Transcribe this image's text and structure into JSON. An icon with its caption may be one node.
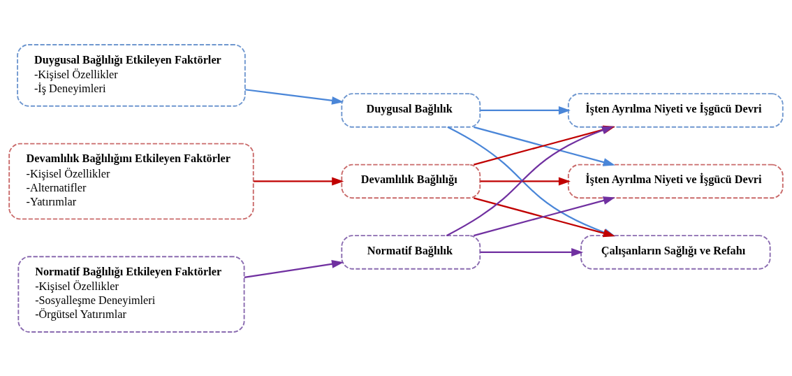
{
  "diagram": {
    "nodes": [
      {
        "text": [
          "Duygusal Bağlılığı Etkileyen Faktörler",
          "-Kişisel Özellikler",
          "-İş Deneyimleri"
        ]
      },
      {
        "text": [
          "Devamlılık Bağlılığını Etkileyen Faktörler",
          "-Kişisel Özellikler",
          "-Alternatifler",
          "-Yatırımlar"
        ]
      },
      {
        "text": [
          "Normatif Bağlılığı Etkileyen Faktörler",
          "-Kişisel Özellikler",
          "-Sosyalleşme Deneyimleri",
          "-Örgütsel Yatırımlar"
        ]
      },
      {
        "text": [
          "Duygusal Bağlılık"
        ]
      },
      {
        "text": [
          "Devamlılık Bağlılığı"
        ]
      },
      {
        "text": [
          "Normatif Bağlılık"
        ]
      },
      {
        "text": [
          "İşten Ayrılma Niyeti ve İşgücü Devri"
        ]
      },
      {
        "text": [
          "İşten Ayrılma Niyeti ve İşgücü Devri"
        ]
      },
      {
        "text": [
          "Çalışanların Sağlığı ve Refahı"
        ]
      }
    ],
    "edges": [
      {
        "from": 0,
        "to": 3,
        "arrow": "to",
        "color": "#4a86d8"
      },
      {
        "from": 1,
        "to": 4,
        "arrow": "to",
        "color": "#c00000"
      },
      {
        "from": 2,
        "to": 5,
        "arrow": "to",
        "color": "#7030a0"
      },
      {
        "from": 3,
        "to": 6,
        "arrow": "to",
        "color": "#4a86d8"
      },
      {
        "from": 3,
        "to": 7,
        "arrow": "to",
        "color": "#4a86d8"
      },
      {
        "from": 3,
        "to": 8,
        "arrow": "to",
        "color": "#4a86d8"
      },
      {
        "from": 4,
        "to": 6,
        "arrow": "to",
        "color": "#c00000"
      },
      {
        "from": 4,
        "to": 7,
        "arrow": "to",
        "color": "#c00000"
      },
      {
        "from": 4,
        "to": 8,
        "arrow": "to",
        "color": "#c00000"
      },
      {
        "from": 5,
        "to": 6,
        "arrow": "to",
        "color": "#7030a0"
      },
      {
        "from": 5,
        "to": 7,
        "arrow": "to",
        "color": "#7030a0"
      },
      {
        "from": 5,
        "to": 8,
        "arrow": "to",
        "color": "#7030a0"
      }
    ]
  }
}
